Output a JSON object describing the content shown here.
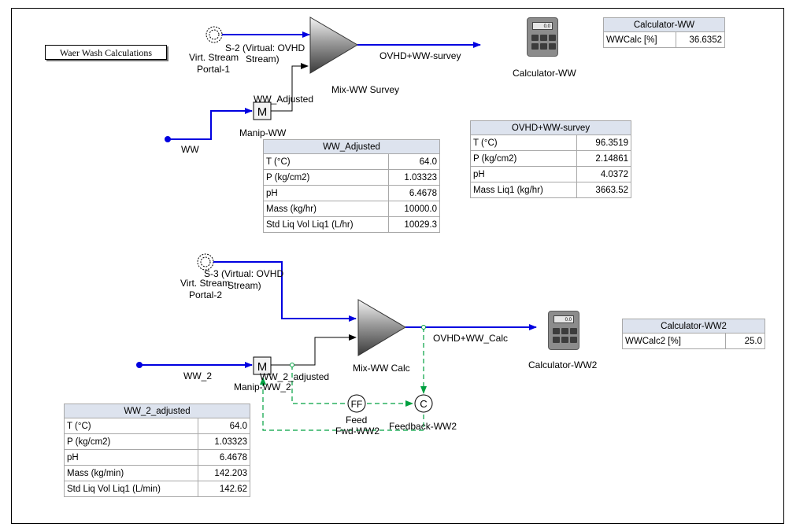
{
  "title_label": "Waer Wash Calculations",
  "streams": {
    "s2": "S-2 (Virtual: OVHD Stream)",
    "s2_line1": "S-2 (Virtual: OVHD",
    "s2_line2": "Stream)",
    "portal1_line1": "Virt. Stream",
    "portal1_line2": "Portal-1",
    "s3_line1": "S-3 (Virtual: OVHD",
    "s3_line2": "Stream)",
    "portal2_line1": "Virt. Stream",
    "portal2_line2": "Portal-2",
    "ww": "WW",
    "ww_adjusted": "WW_Adjusted",
    "ovhd_survey": "OVHD+WW-survey",
    "ww_2": "WW_2",
    "ww_2_adjusted": "WW_2_adjusted",
    "ovhd_calc": "OVHD+WW_Calc"
  },
  "units": {
    "manip_ww": "Manip-WW",
    "manip_ww2": "Manip-WW_2",
    "mix_survey": "Mix-WW Survey",
    "mix_calc": "Mix-WW Calc",
    "calc_ww": "Calculator-WW",
    "calc_ww2": "Calculator-WW2",
    "feedfwd_line1": "Feed",
    "feedfwd_line2": "Fwd-WW2",
    "feedback": "Feedback-WW2",
    "m_symbol": "M",
    "ff_symbol": "FF",
    "c_symbol": "C",
    "calc_display": "0.0"
  },
  "tables": {
    "calc_ww": {
      "title": "Calculator-WW",
      "rows": [
        {
          "label": "WWCalc [%]",
          "value": "36.6352"
        }
      ]
    },
    "calc_ww2": {
      "title": "Calculator-WW2",
      "rows": [
        {
          "label": "WWCalc2 [%]",
          "value": "25.0"
        }
      ]
    },
    "ovhd_survey": {
      "title": "OVHD+WW-survey",
      "rows": [
        {
          "label": "T (°C)",
          "value": "96.3519"
        },
        {
          "label": "P (kg/cm2)",
          "value": "2.14861"
        },
        {
          "label": "pH",
          "value": "4.0372"
        },
        {
          "label": "Mass Liq1 (kg/hr)",
          "value": "3663.52"
        }
      ]
    },
    "ww_adjusted": {
      "title": "WW_Adjusted",
      "rows": [
        {
          "label": "T (°C)",
          "value": "64.0"
        },
        {
          "label": "P (kg/cm2)",
          "value": "1.03323"
        },
        {
          "label": "pH",
          "value": "6.4678"
        },
        {
          "label": "Mass (kg/hr)",
          "value": "10000.0"
        },
        {
          "label": "Std Liq Vol Liq1 (L/hr)",
          "value": "10029.3"
        }
      ]
    },
    "ww_2_adjusted": {
      "title": "WW_2_adjusted",
      "rows": [
        {
          "label": "T (°C)",
          "value": "64.0"
        },
        {
          "label": "P (kg/cm2)",
          "value": "1.03323"
        },
        {
          "label": "pH",
          "value": "6.4678"
        },
        {
          "label": "Mass (kg/min)",
          "value": "142.203"
        },
        {
          "label": "Std Liq Vol Liq1 (L/min)",
          "value": "142.62"
        }
      ]
    }
  },
  "colors": {
    "material_stream": "#0000e0",
    "energy_stream": "#000000",
    "signal_line": "#00a040",
    "table_header": "#dde3ee"
  }
}
